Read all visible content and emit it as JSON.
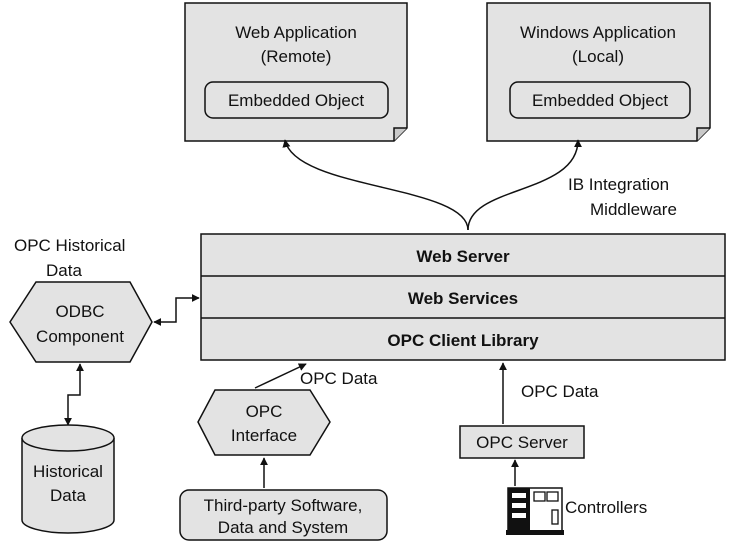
{
  "colors": {
    "box_fill": "#e3e3e3",
    "stroke": "#111111",
    "background": "#ffffff"
  },
  "web_app": {
    "title_line1": "Web Application",
    "title_line2": "(Remote)",
    "embedded": "Embedded Object"
  },
  "win_app": {
    "title_line1": "Windows Application",
    "title_line2": "(Local)",
    "embedded": "Embedded Object"
  },
  "middleware": {
    "line1": "IB Integration",
    "line2": "Middleware"
  },
  "server_stack": {
    "layers": [
      "Web Server",
      "Web Services",
      "OPC Client Library"
    ]
  },
  "historical_label": {
    "line1": "OPC Historical",
    "line2": "Data"
  },
  "odbc": {
    "line1": "ODBC",
    "line2": "Component"
  },
  "historical_db": {
    "line1": "Historical",
    "line2": "Data"
  },
  "opc_interface": {
    "line1": "OPC",
    "line2": "Interface"
  },
  "opc_data_left": "OPC Data",
  "opc_data_right": "OPC Data",
  "third_party": {
    "line1": "Third-party Software,",
    "line2": "Data and System"
  },
  "opc_server": "OPC Server",
  "controllers": "Controllers",
  "icons": [
    "controller-icon"
  ]
}
